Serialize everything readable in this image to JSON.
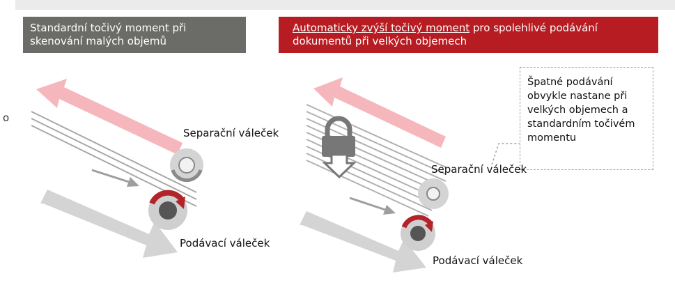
{
  "sidebar_stub": {
    "char": "o"
  },
  "left_panel": {
    "header": "Standardní točivý moment při skenování malých objemů",
    "separator_label": "Separační váleček",
    "feed_label": "Podávací váleček"
  },
  "right_panel": {
    "header_highlight": "Automaticky zvýší točivý moment",
    "header_rest": " pro spolehlivé podávání dokumentů při velkých objemech",
    "note": "Špatné podávání obvykle nastane při velkých objemech a standardním točivém momentu",
    "separator_label": "Separační váleček",
    "feed_label": "Podávací váleček"
  },
  "colors": {
    "left_header_bg": "#6b6b68",
    "right_header_bg": "#b71c22",
    "pink_arrow": "#f4aab0",
    "grey_arrow": "#cfcfcf",
    "torque_arc": "#b3232a"
  },
  "icons": [
    "pink-arrow-icon",
    "grey-arrow-icon",
    "roller-icon",
    "lock-icon",
    "down-arrow-icon"
  ]
}
